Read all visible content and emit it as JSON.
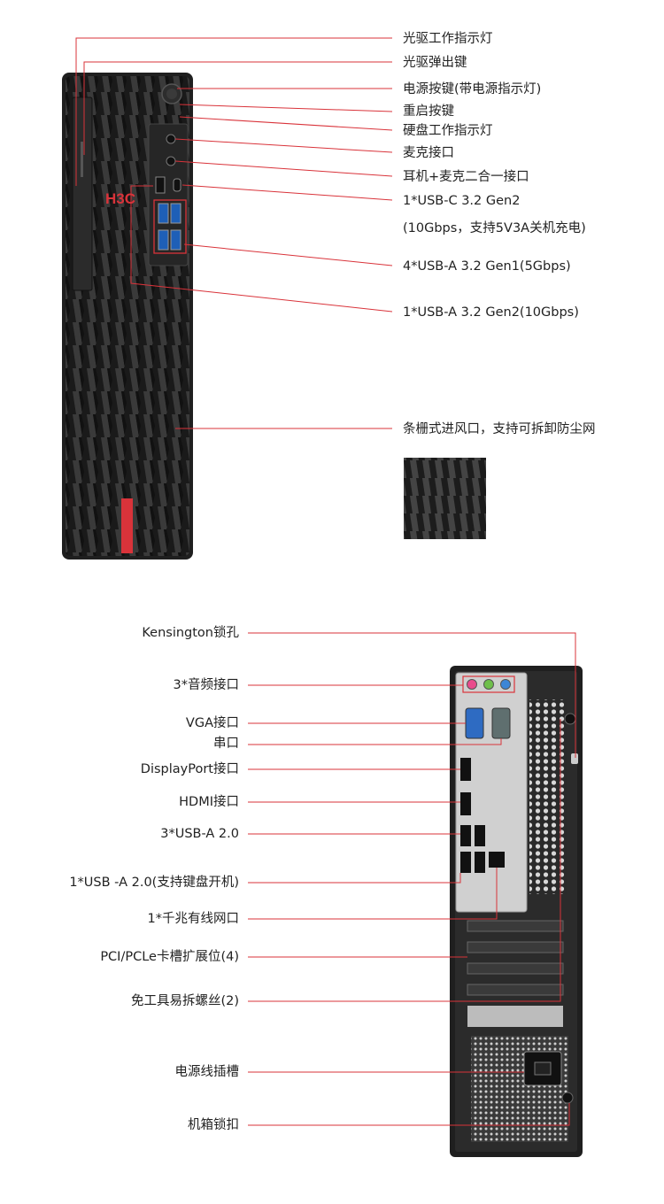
{
  "colors": {
    "accent": "#d9333a",
    "chassis": "#232323",
    "text": "#222222"
  },
  "front": {
    "logo": "H3C",
    "labels": [
      "光驱工作指示灯",
      "光驱弹出键",
      "电源按键(带电源指示灯)",
      "重启按键",
      "硬盘工作指示灯",
      "麦克接口",
      "耳机+麦克二合一接口",
      "1*USB-C 3.2 Gen2",
      "(10Gbps，支持5V3A关机充电)",
      "4*USB-A 3.2 Gen1(5Gbps)",
      "1*USB-A 3.2 Gen2(10Gbps)",
      "条栅式进风口，支持可拆卸防尘网"
    ]
  },
  "rear": {
    "labels": [
      "Kensington锁孔",
      "3*音频接口",
      "VGA接口",
      "串口",
      "DisplayPort接口",
      "HDMI接口",
      "3*USB-A 2.0",
      "1*USB -A  2.0(支持键盘开机)",
      "1*千兆有线网口",
      "PCI/PCLe卡槽扩展位(4)",
      "免工具易拆螺丝(2)",
      "电源线插槽",
      "机箱锁扣"
    ]
  }
}
